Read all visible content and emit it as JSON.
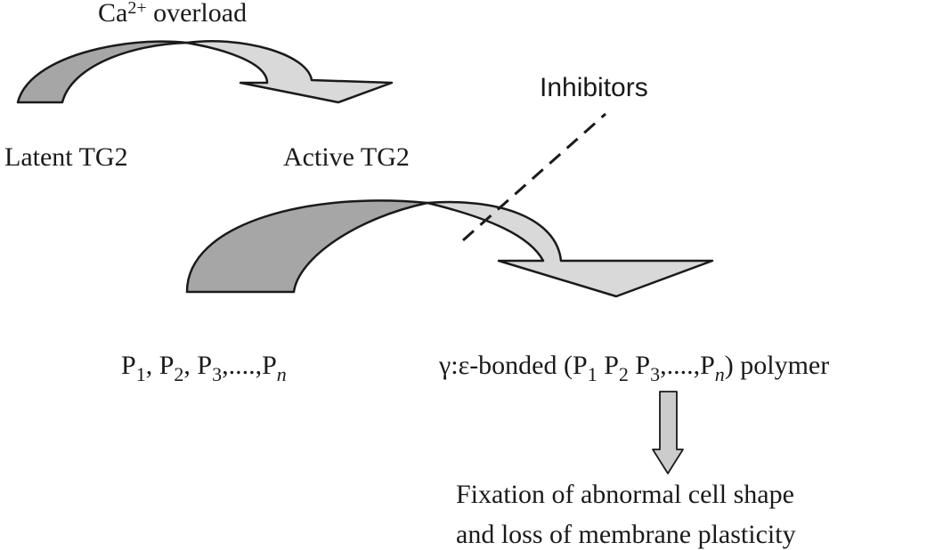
{
  "colors": {
    "stroke": "#1a1a1a",
    "arrow_dark": "#a6a6a6",
    "arrow_light": "#d9d9d9",
    "small_arrow": "#cccccc",
    "background": "#ffffff"
  },
  "trigger": {
    "ca_base": "Ca",
    "ca_charge": "2+",
    "ca_suffix": " overload"
  },
  "inhibitors_label": "Inhibitors",
  "states": {
    "latent": "Latent TG2",
    "active": "Active TG2"
  },
  "substrates": {
    "P": "P",
    "sub1": "1",
    "sub2": "2",
    "sub3": "3",
    "subn": "n",
    "sep": ", ",
    "dots": ",....,"
  },
  "product": {
    "prefix": "γ:ε-bonded (",
    "P": "P",
    "sub1": "1",
    "sub2": "2",
    "sub3": "3",
    "subn": "n",
    "dots": ",....,",
    "close": ")",
    "suffix": " polymer"
  },
  "outcome": {
    "line1": "Fixation of abnormal cell shape",
    "line2": "and loss of membrane plasticity"
  }
}
